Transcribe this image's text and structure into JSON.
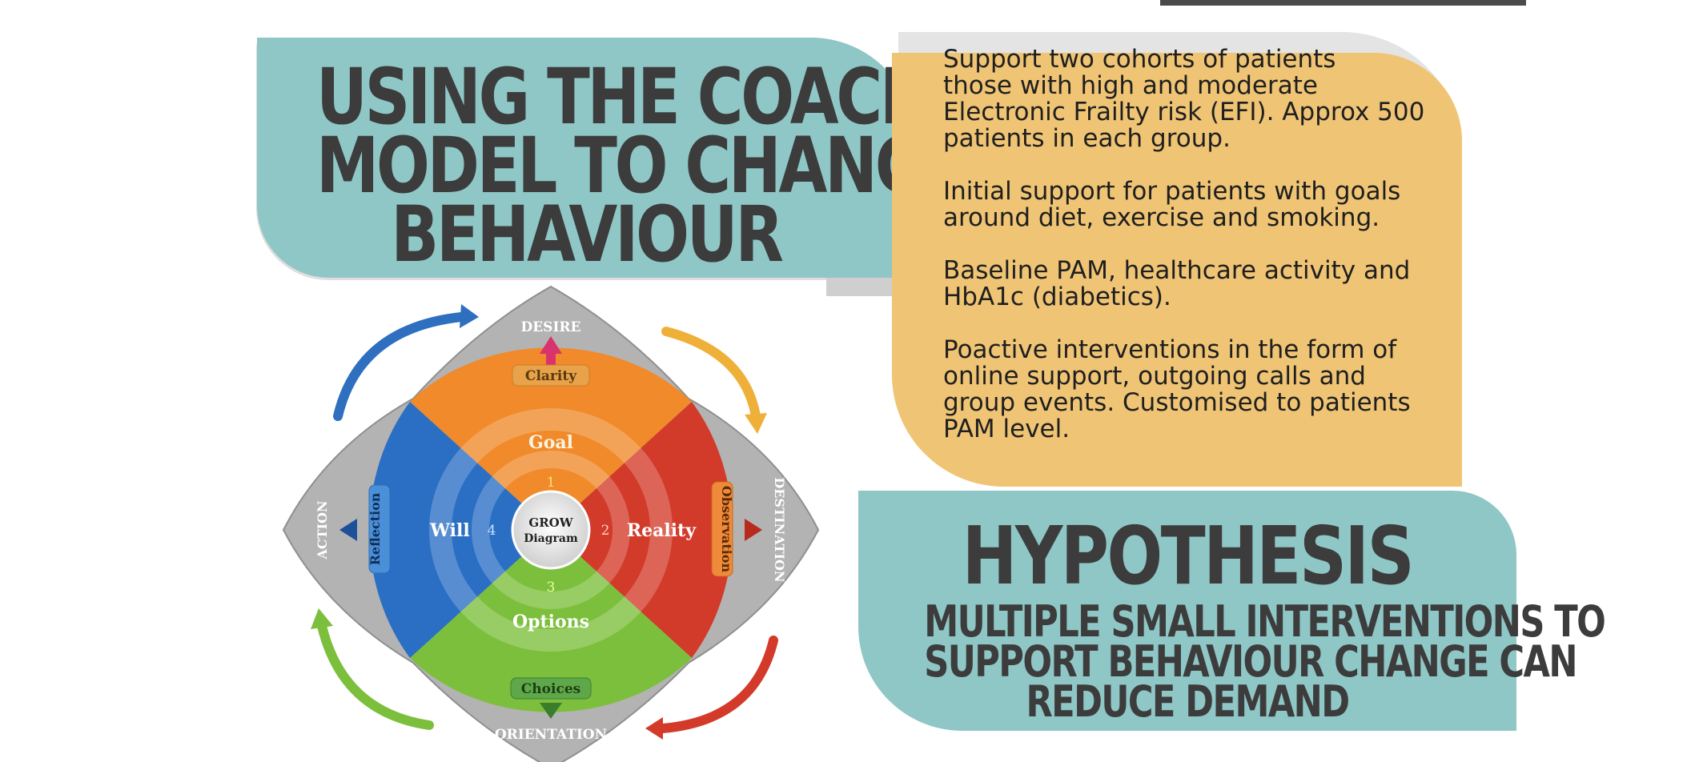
{
  "title": {
    "lines": [
      "USING THE COACHING",
      "MODEL TO CHANGE",
      "BEHAVIOUR"
    ]
  },
  "info": {
    "paragraphs": [
      "Support two cohorts of patients\nthose with high and moderate\nElectronic Frailty risk (EFI). Approx 500\npatients in each group.",
      "Initial support for patients with goals\naround diet, exercise and smoking.",
      "Baseline PAM, healthcare activity and\nHbA1c (diabetics).",
      "Poactive interventions in the form of\nonline support, outgoing calls and\ngroup events. Customised to patients\nPAM level."
    ]
  },
  "hypothesis": {
    "title": "HYPOTHESIS",
    "lines": [
      "MULTIPLE SMALL INTERVENTIONS TO",
      "SUPPORT BEHAVIOUR CHANGE CAN",
      "REDUCE DEMAND"
    ]
  },
  "grow_diagram": {
    "center_line1": "GROW",
    "center_line2": "Diagram",
    "outer": {
      "top": "DESIRE",
      "right": "DESTINATION",
      "bottom": "ORIENTATION",
      "left": "ACTION"
    },
    "quadrants": {
      "goal": "Goal",
      "reality": "Reality",
      "options": "Options",
      "will": "Will"
    },
    "numbers": {
      "goal": "1",
      "reality": "2",
      "options": "3",
      "will": "4"
    },
    "tags": {
      "top": "Clarity",
      "right": "Observation",
      "bottom": "Choices",
      "left": "Reflection"
    },
    "colors": {
      "goal": "#f08a2a",
      "reality": "#d23a2a",
      "options": "#7cbf3c",
      "will": "#2a6fc4",
      "outer": "#a9a9a9"
    }
  }
}
